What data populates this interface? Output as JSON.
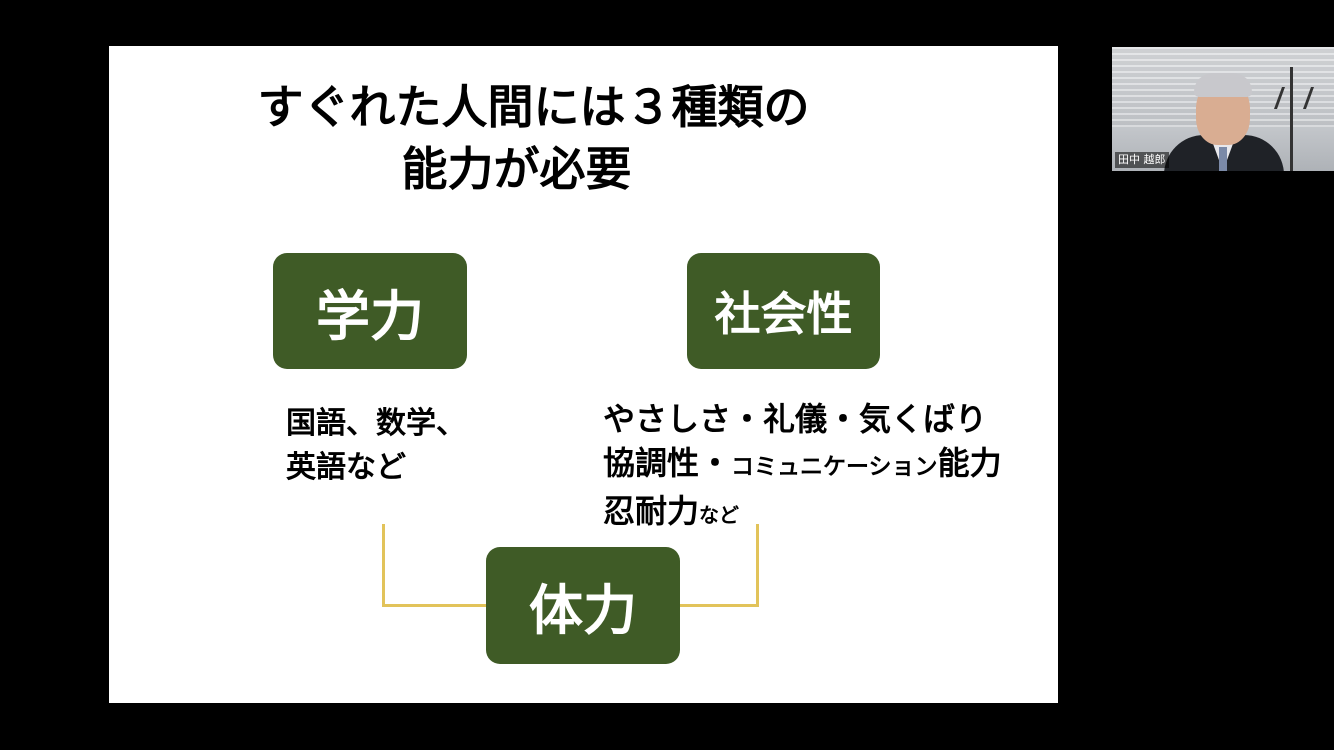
{
  "slide": {
    "title_line1": "すぐれた人間には３種類の",
    "title_line2": "能力が必要",
    "boxes": {
      "academic": "学力",
      "social": "社会性",
      "physical": "体力"
    },
    "academic_desc": {
      "line1": "国語、数学、",
      "line2": "英語など"
    },
    "social_desc": {
      "line1": "やさしさ・礼儀・気くばり",
      "line2_part1": "協調性・",
      "line2_part2": "コミュニケーション",
      "line2_part3": "能力",
      "line3_part1": "忍耐力",
      "line3_part2": "など"
    }
  },
  "participant": {
    "name": "田中 越郎"
  },
  "colors": {
    "box_green": "#3f5b26",
    "connector_gold": "#e2c35a",
    "background": "#000000"
  }
}
